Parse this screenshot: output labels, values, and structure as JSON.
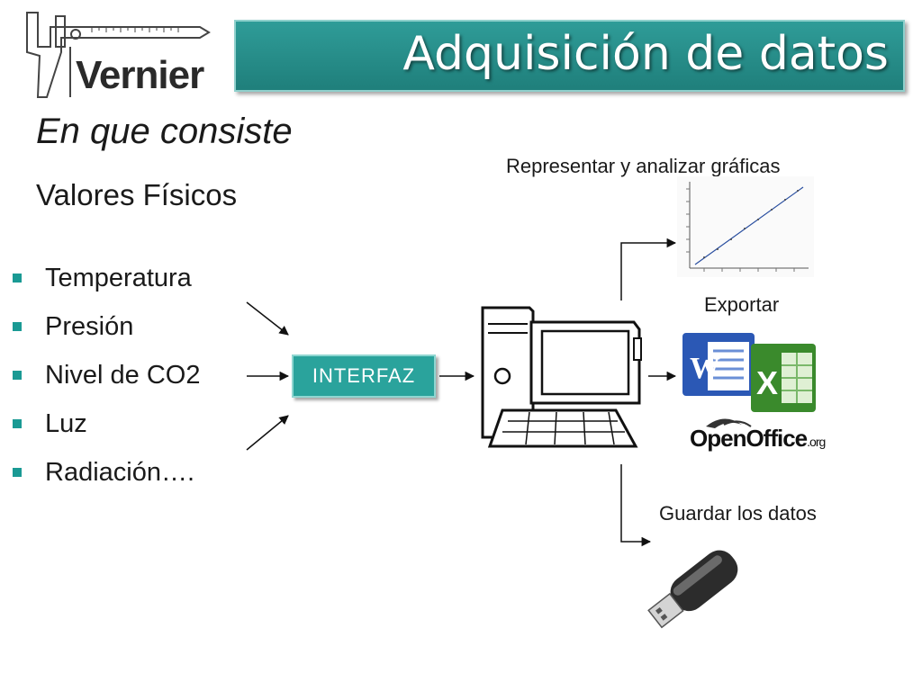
{
  "logo": {
    "brand": "Vernier"
  },
  "title": "Adquisición de datos",
  "subtitle": "En que consiste",
  "section_heading": "Valores Físicos",
  "bullets": [
    "Temperatura",
    "Presión",
    "Nivel de CO2",
    "Luz",
    "Radiación…."
  ],
  "interface_label": "INTERFAZ",
  "outputs": {
    "graph_label": "Representar y analizar gráficas",
    "export_label": "Exportar",
    "save_label": "Guardar los datos"
  },
  "export_apps": {
    "openoffice_name": "OpenOffice",
    "openoffice_suffix": ".org"
  },
  "colors": {
    "banner": "#2a928e",
    "interface": "#2aa39c",
    "bullet": "#1a9a94"
  }
}
